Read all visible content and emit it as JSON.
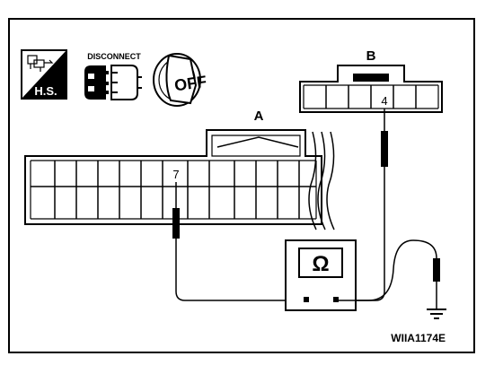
{
  "icons": {
    "hs_label": "H.S.",
    "disconnect_label": "DISCONNECT",
    "ignition_label": "OFF"
  },
  "connector_a": {
    "label": "A",
    "terminal": "7"
  },
  "connector_b": {
    "label": "B",
    "terminal": "4"
  },
  "meter": {
    "symbol": "Ω"
  },
  "figure_code": "WIIA1174E"
}
